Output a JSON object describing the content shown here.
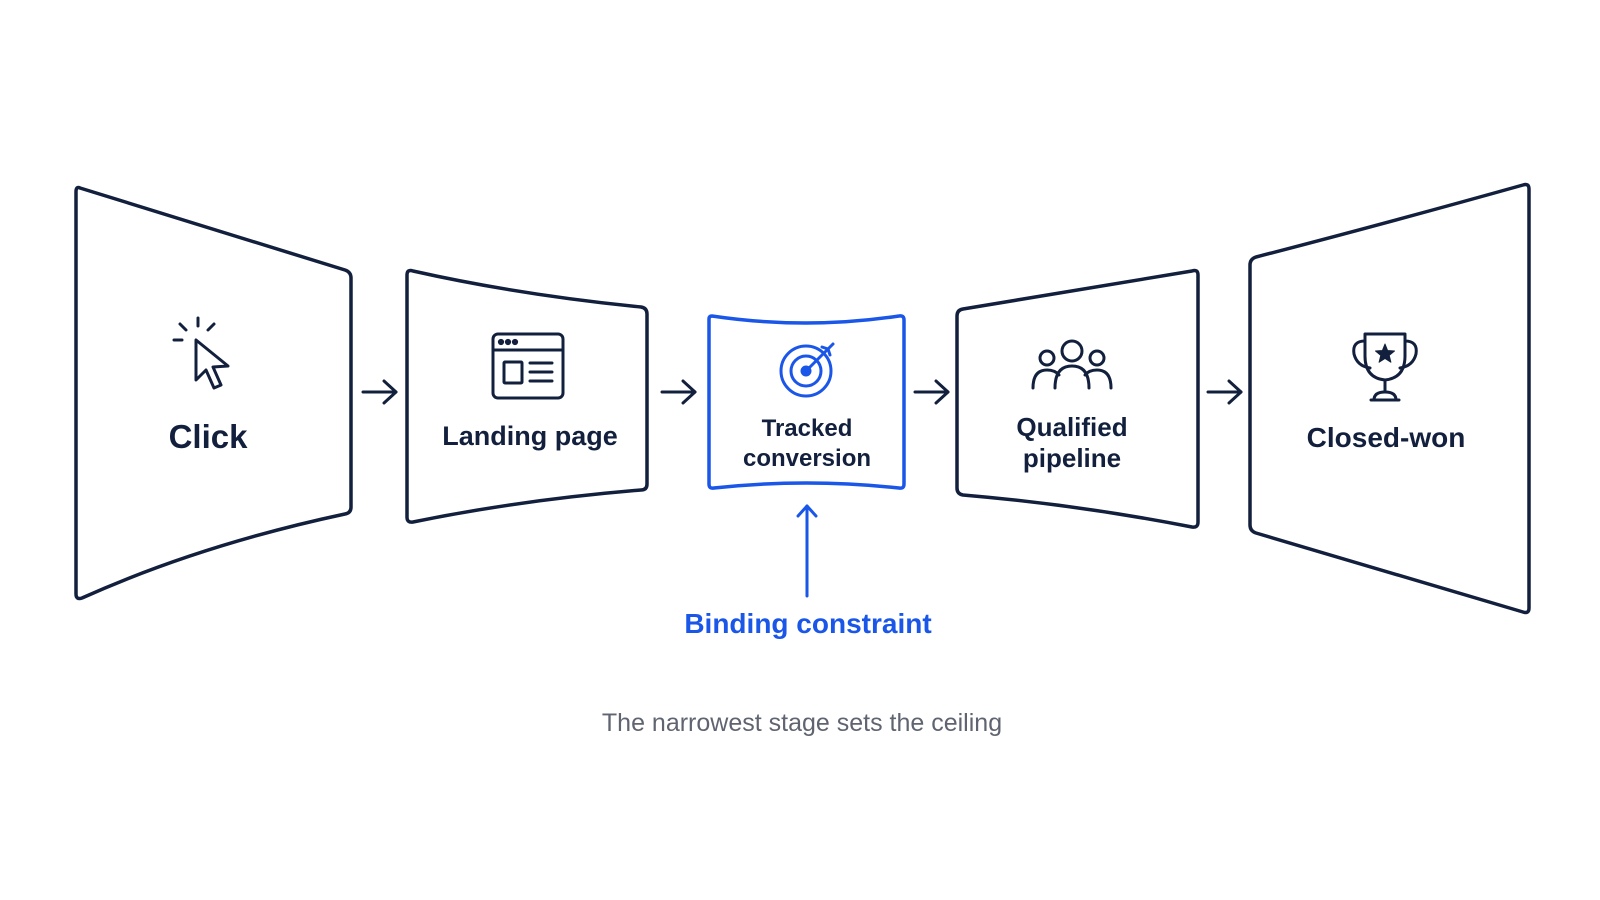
{
  "colors": {
    "ink": "#13203d",
    "accent": "#1a56e8",
    "caption": "#5f6470",
    "background": "#ffffff"
  },
  "stages": [
    {
      "id": "click",
      "icon": "cursor-click-icon",
      "lines": [
        "Click"
      ]
    },
    {
      "id": "landing-page",
      "icon": "browser-window-icon",
      "lines": [
        "Landing page"
      ]
    },
    {
      "id": "tracked-conversion",
      "icon": "target-dart-icon",
      "lines": [
        "Tracked",
        "conversion"
      ],
      "highlighted": true
    },
    {
      "id": "qualified-pipeline",
      "icon": "people-group-icon",
      "lines": [
        "Qualified",
        "pipeline"
      ]
    },
    {
      "id": "closed-won",
      "icon": "trophy-icon",
      "lines": [
        "Closed-won"
      ]
    }
  ],
  "annotation": {
    "label": "Binding constraint",
    "target_stage": "tracked-conversion"
  },
  "caption": "The narrowest stage sets the ceiling"
}
